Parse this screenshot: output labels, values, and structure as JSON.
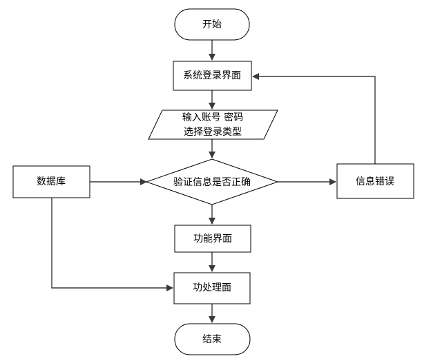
{
  "flowchart": {
    "start": "开始",
    "login_screen": "系统登录界面",
    "input_line1": "输入账号 密码",
    "input_line2": "选择登录类型",
    "verify": "验证信息是否正确",
    "database": "数据库",
    "error": "信息错误",
    "function_screen": "功能界面",
    "processing_screen": "功处理面",
    "end": "结束"
  }
}
